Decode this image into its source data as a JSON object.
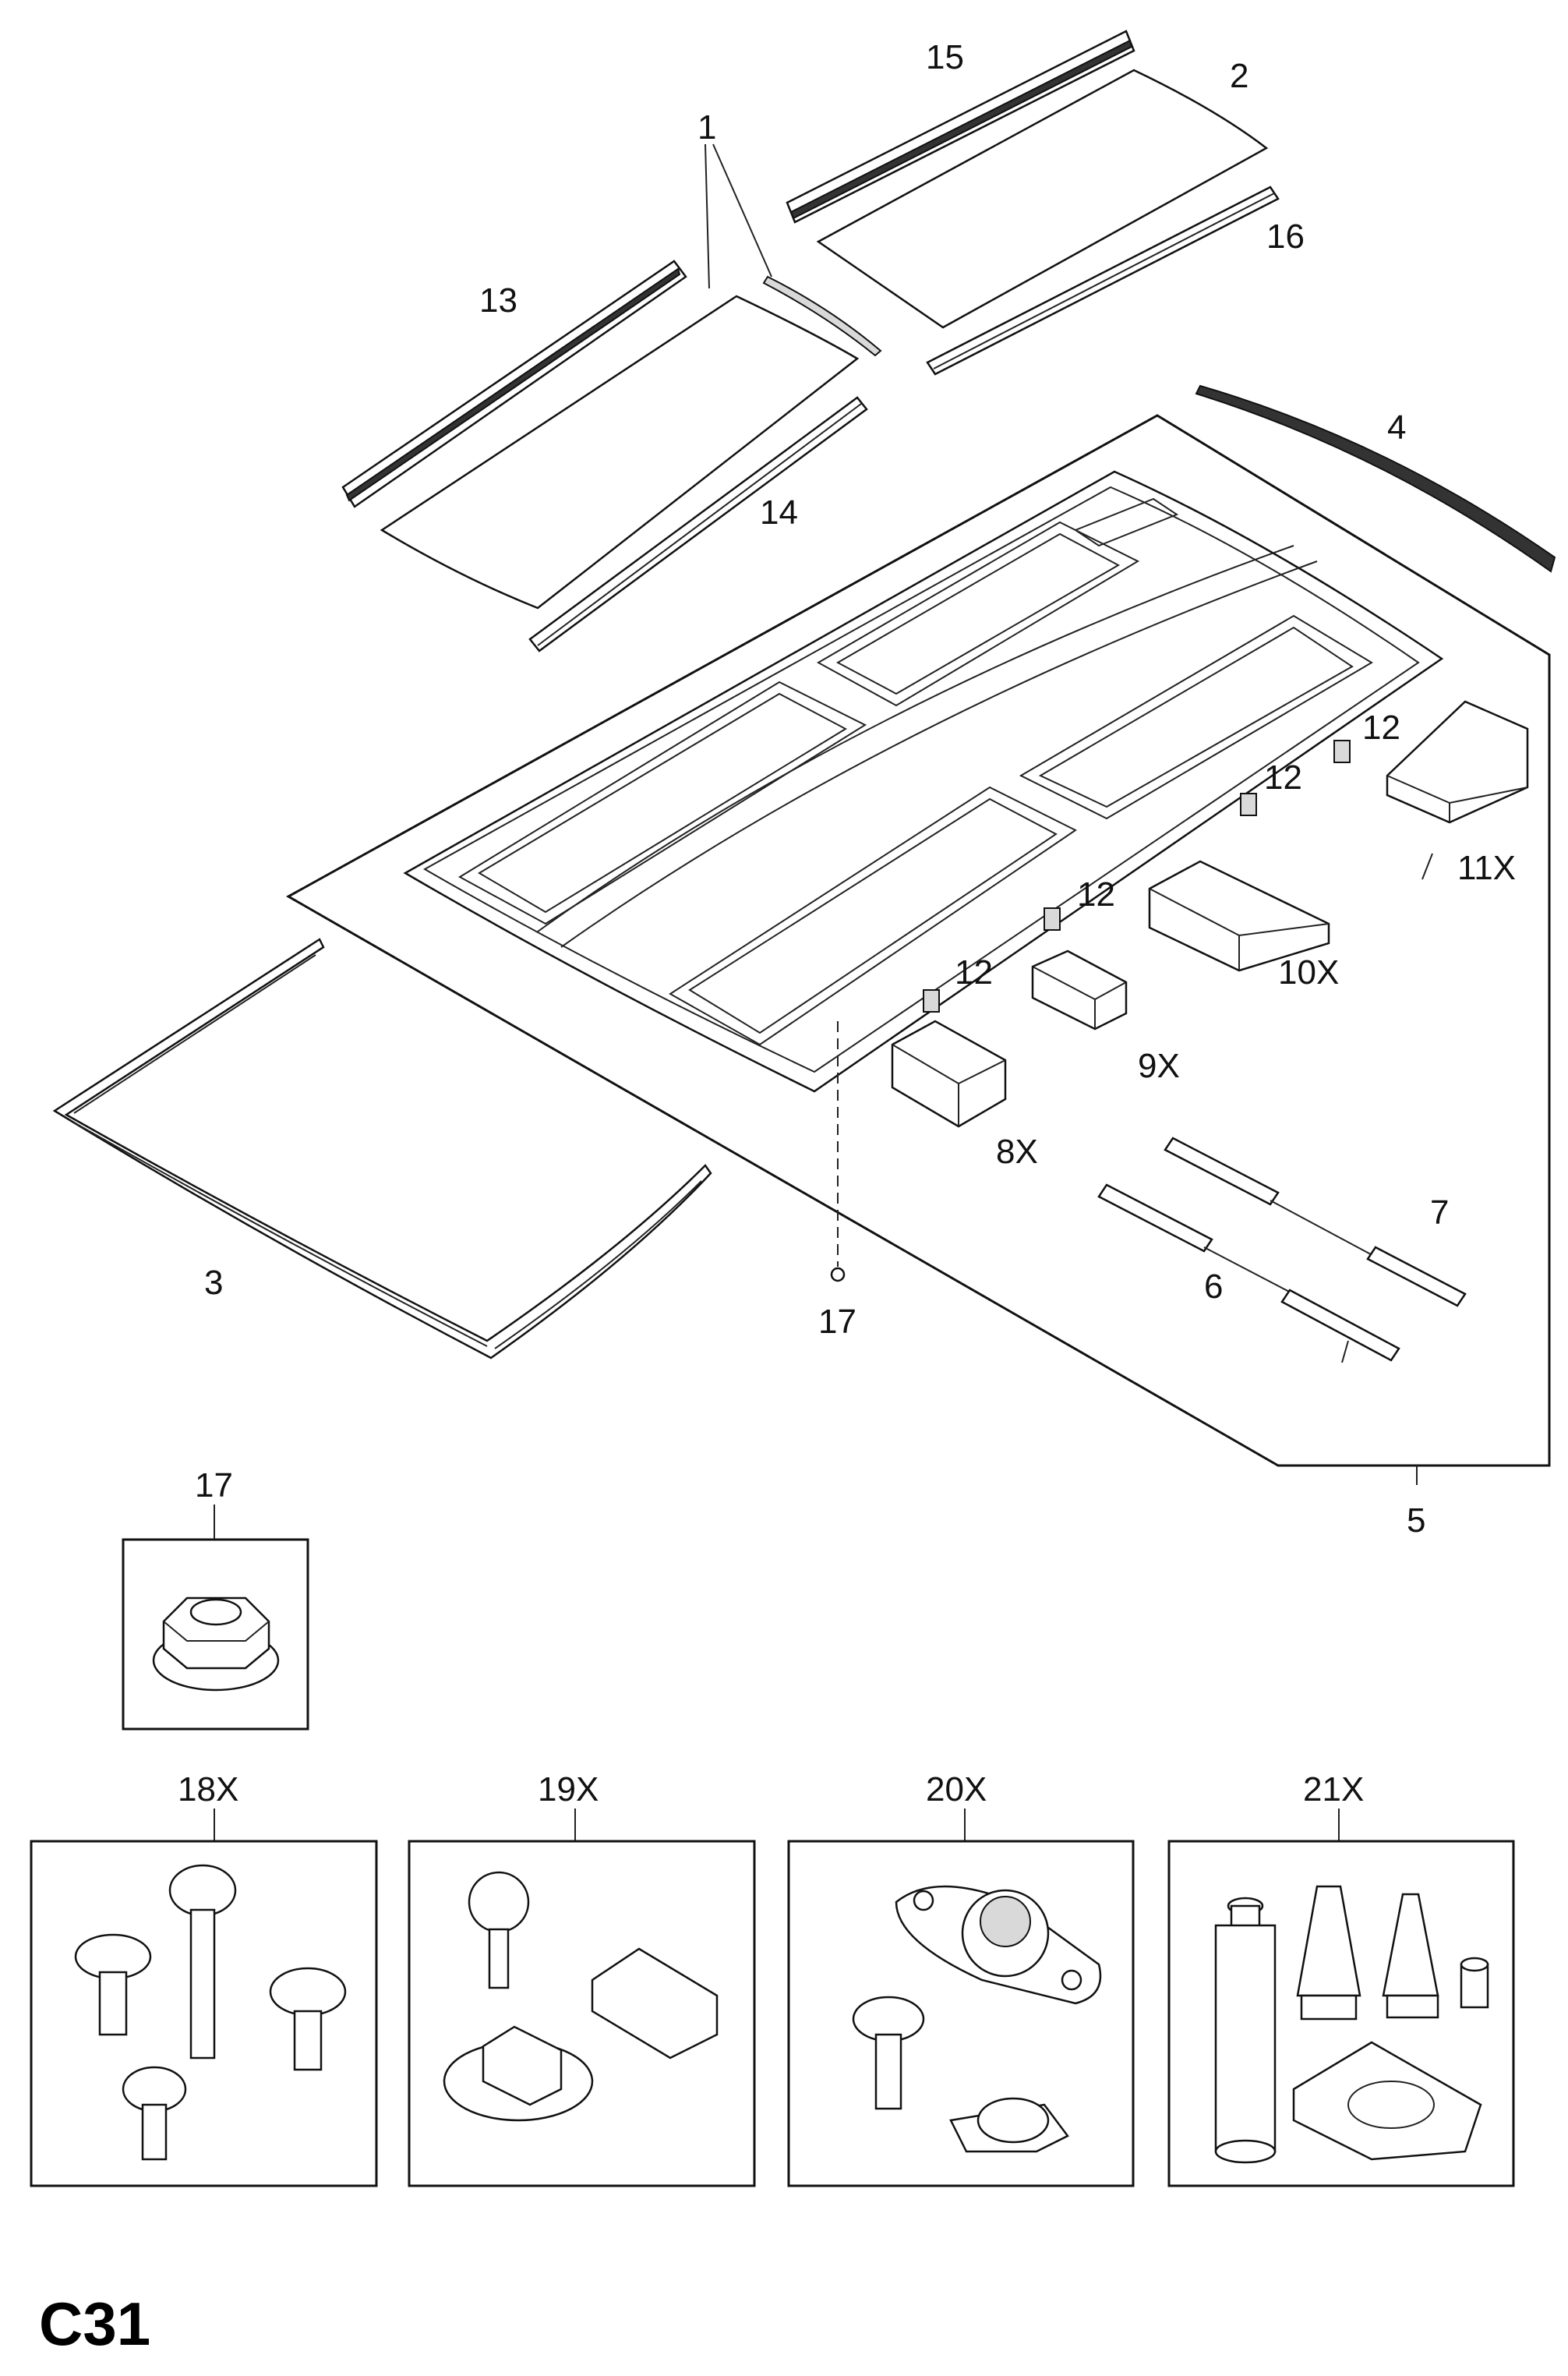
{
  "page_code": "C31",
  "callouts": [
    {
      "id": "1",
      "label": "1"
    },
    {
      "id": "2",
      "label": "2"
    },
    {
      "id": "3",
      "label": "3"
    },
    {
      "id": "4",
      "label": "4"
    },
    {
      "id": "5",
      "label": "5"
    },
    {
      "id": "6",
      "label": "6"
    },
    {
      "id": "7",
      "label": "7"
    },
    {
      "id": "8X",
      "label": "8X"
    },
    {
      "id": "9X",
      "label": "9X"
    },
    {
      "id": "10X",
      "label": "10X"
    },
    {
      "id": "11X",
      "label": "11X"
    },
    {
      "id": "12a",
      "label": "12"
    },
    {
      "id": "12b",
      "label": "12"
    },
    {
      "id": "12c",
      "label": "12"
    },
    {
      "id": "12d",
      "label": "12"
    },
    {
      "id": "13",
      "label": "13"
    },
    {
      "id": "14",
      "label": "14"
    },
    {
      "id": "15",
      "label": "15"
    },
    {
      "id": "16",
      "label": "16"
    },
    {
      "id": "17",
      "label": "17"
    }
  ],
  "insets": [
    {
      "id": "17",
      "label": "17"
    },
    {
      "id": "18X",
      "label": "18X"
    },
    {
      "id": "19X",
      "label": "19X"
    },
    {
      "id": "20X",
      "label": "20X"
    },
    {
      "id": "21X",
      "label": "21X"
    }
  ]
}
